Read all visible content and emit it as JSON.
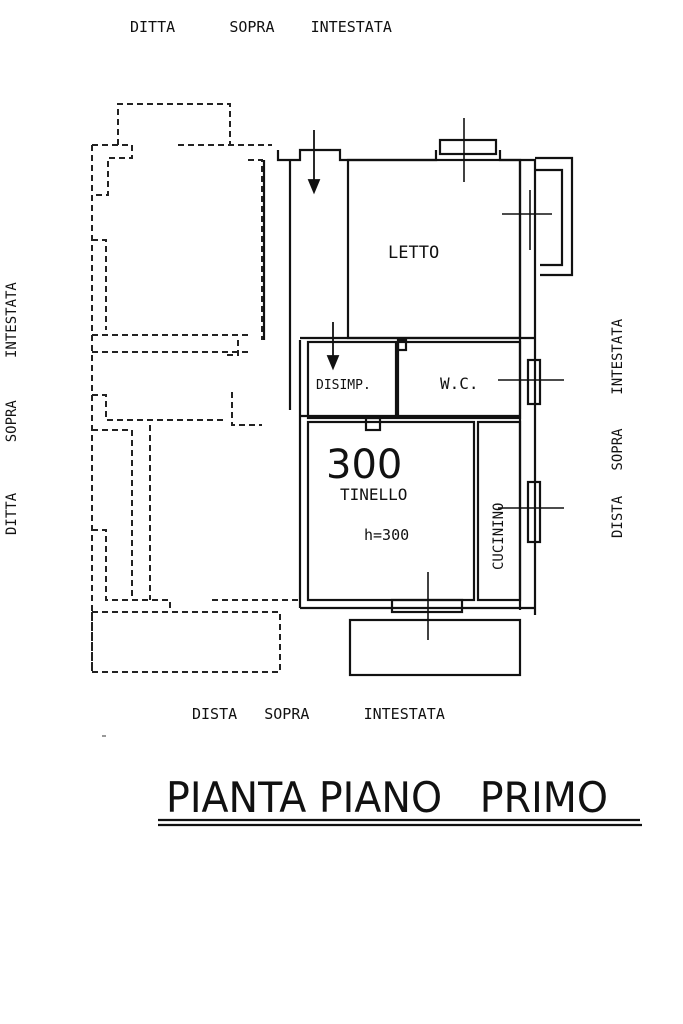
{
  "plan": {
    "top_label": "DITTA      SOPRA    INTESTATA",
    "left_label": "DITTA      SOPRA     INTESTATA",
    "right_label": "DISTA   SOPRA    INTESTATA",
    "bottom_label": "DISTA   SOPRA      INTESTATA",
    "rooms": {
      "letto": "LETTO",
      "disimp": "DISIMP.",
      "wc": "W.C.",
      "tinello": "TINELLO",
      "cucinino": "CUCININO"
    },
    "area_number": "300",
    "height_note": "h=300",
    "title": "PIANTA PIANO   PRIMO"
  }
}
